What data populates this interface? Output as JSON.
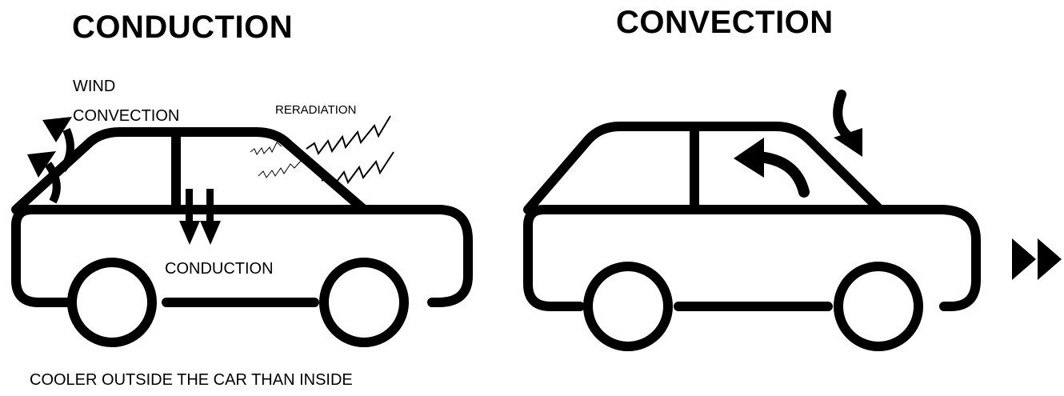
{
  "titles": {
    "left": "CONDUCTION",
    "right": "CONVECTION"
  },
  "labels": {
    "wind": "WIND",
    "convection": "CONVECTION",
    "reradiation": "RERADIATION",
    "conduction": "CONDUCTION",
    "caption": "COOLER OUTSIDE THE CAR THAN INSIDE"
  },
  "icons": {
    "left_car": "car-outline-icon",
    "right_car": "car-outline-icon",
    "wind_arrows": "curved-up-arrow-icon",
    "conduction_arrows": "down-arrow-icon",
    "reradiation": "zigzag-wave-icon",
    "motion": "fast-forward-icon"
  },
  "colors": {
    "ink": "#000000",
    "background": "#ffffff"
  }
}
